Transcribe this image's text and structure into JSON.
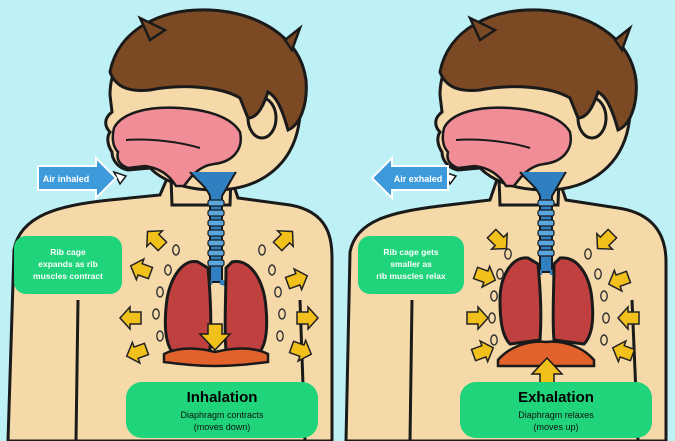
{
  "left_panel": {
    "arrow_label": "Air inhaled",
    "rib_note": [
      "Rib cage",
      "expands as rib",
      "muscles contract"
    ],
    "title": "Inhalation",
    "desc_line1": "Diaphragm contracts",
    "desc_line2": "(moves down)"
  },
  "right_panel": {
    "arrow_label": "Air exhaled",
    "rib_note": [
      "Rib cage gets",
      "smaller as",
      "rib muscles relax"
    ],
    "title": "Exhalation",
    "desc_line1": "Diaphragm relaxes",
    "desc_line2": "(moves up)"
  },
  "colors": {
    "background": "#bdf1f5",
    "skin": "#f6d9a9",
    "skin_outline": "#1a1a1a",
    "hair": "#7b4a24",
    "mouth_cavity": "#f08d97",
    "lungs": "#c0403f",
    "diaphragm": "#e2622b",
    "airway": "#2f7fc1",
    "air_arrow": "#3d9bdc",
    "note_box": "#1fd47a",
    "rib_arrow": "#f2c01a"
  }
}
